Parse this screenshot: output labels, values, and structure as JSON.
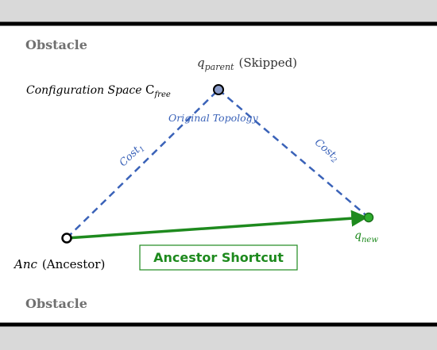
{
  "obstacle_top_label": "Obstacle",
  "obstacle_bottom_label": "Obstacle",
  "config_space_label": {
    "prefix": "Configuration Space ",
    "symbol": "C",
    "subscript": "free"
  },
  "nodes": {
    "parent": {
      "var": "q",
      "subscript": "parent",
      "note": "(Skipped)"
    },
    "ancestor": {
      "symbol": "Anc",
      "note": "(Ancestor)"
    },
    "new": {
      "var": "q",
      "subscript": "new"
    }
  },
  "edges": {
    "original_topology_label": "Original Topology",
    "cost1": {
      "text": "Cost",
      "subscript": "1"
    },
    "cost2": {
      "text": "Cost",
      "subscript": "2"
    },
    "shortcut_label": "Ancestor Shortcut"
  },
  "colors": {
    "obstacle_fill": "#d9d9d9",
    "boundary": "#000000",
    "obstacle_text": "#707070",
    "dashed_edge": "#3a62b8",
    "shortcut": "#1e8a1e",
    "new_node_fill": "#2fae2f",
    "parent_node_fill": "#8a9bc8"
  }
}
